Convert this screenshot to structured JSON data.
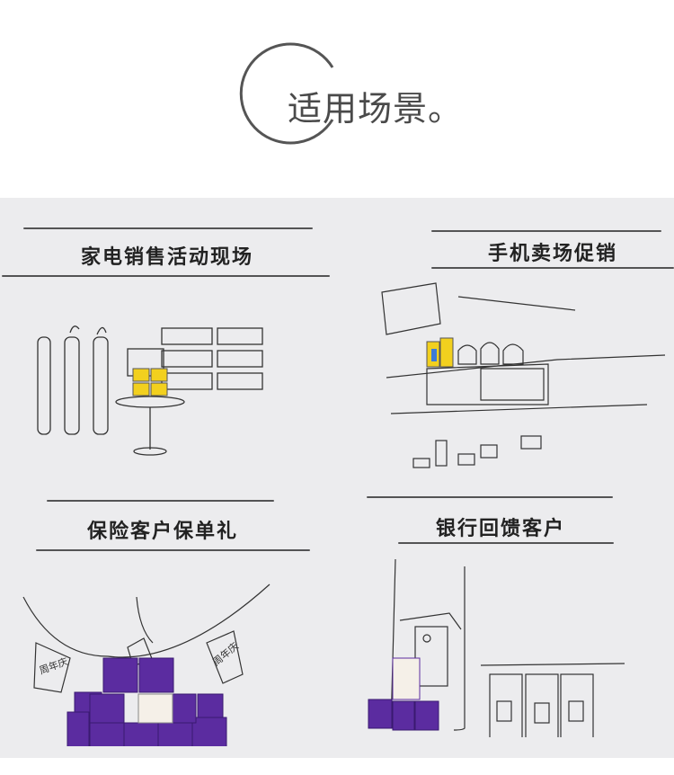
{
  "header": {
    "title": "适用场景。"
  },
  "scenes": [
    {
      "caption": "家电销售活动现场"
    },
    {
      "caption": "手机卖场促销"
    },
    {
      "caption": "保险客户保单礼",
      "flag_text": "周年庆"
    },
    {
      "caption": "银行回馈客户"
    }
  ],
  "colors": {
    "panel": "#ececee",
    "box_purple": "#5b2ca0",
    "box_yellow": "#f2d01e",
    "ink": "#333333"
  }
}
